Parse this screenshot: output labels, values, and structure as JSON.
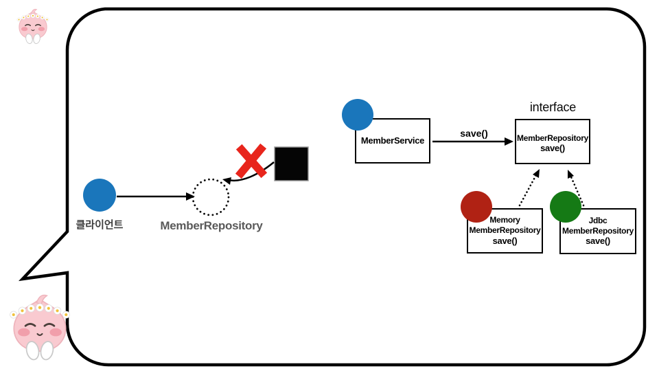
{
  "slide": {
    "left_diagram": {
      "client_label": "클라이언트",
      "repository_label": "MemberRepository"
    },
    "right_diagram": {
      "service_label": "MemberService",
      "save_arrow_label": "save()",
      "interface_caption": "interface",
      "interface_box": {
        "title": "MemberRepository",
        "method": "save()"
      },
      "implementations": [
        {
          "line1": "Memory",
          "line2": "MemberRepository",
          "method": "save()"
        },
        {
          "line1": "Jdbc",
          "line2": "MemberRepository",
          "method": "save()"
        }
      ]
    },
    "icons": {
      "mascot_small": "apeach-character",
      "mascot_large": "apeach-character",
      "cross": "red-x-mark",
      "unknown_impl": "black-square",
      "bubble": "speech-bubble"
    },
    "colors": {
      "client_blue": "#1a76bb",
      "memory_red": "#b02214",
      "jdbc_green": "#157a15",
      "cross_red": "#e8251c",
      "repository_gray": "#595959",
      "outline_black": "#000000"
    }
  }
}
